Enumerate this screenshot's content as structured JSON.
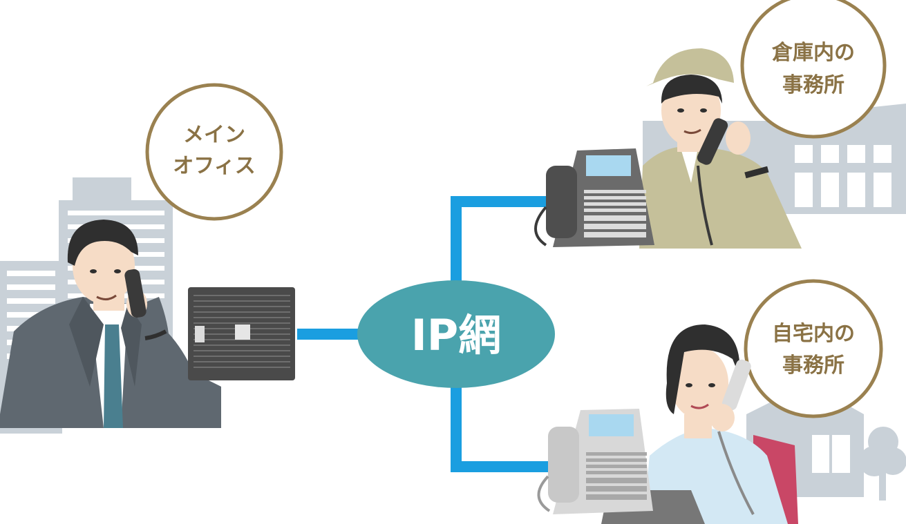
{
  "colors": {
    "building": "#c9d1d8",
    "building_window": "#ffffff",
    "line": "#1a9ee0",
    "network_fill": "#4aa3ad",
    "network_text": "#ffffff",
    "bubble_stroke": "#9a8150",
    "bubble_text": "#8a7245",
    "suit": "#5f6870",
    "worker_uniform": "#c5c09a",
    "blouse": "#d3e8f4",
    "chair": "#c94766",
    "phone_dark": "#6b6b6b",
    "phone_light": "#d8d8d8",
    "phone_screen": "#a9d8f0",
    "pbx": "#4a4a4a",
    "skin": "#f6dcc6",
    "hair": "#2f2f2f"
  },
  "network": {
    "label": "IP網"
  },
  "main_office": {
    "bubble_line1": "メイン",
    "bubble_line2": "オフィス"
  },
  "warehouse_office": {
    "bubble_line1": "倉庫内の",
    "bubble_line2": "事務所"
  },
  "home_office": {
    "bubble_line1": "自宅内の",
    "bubble_line2": "事務所"
  }
}
